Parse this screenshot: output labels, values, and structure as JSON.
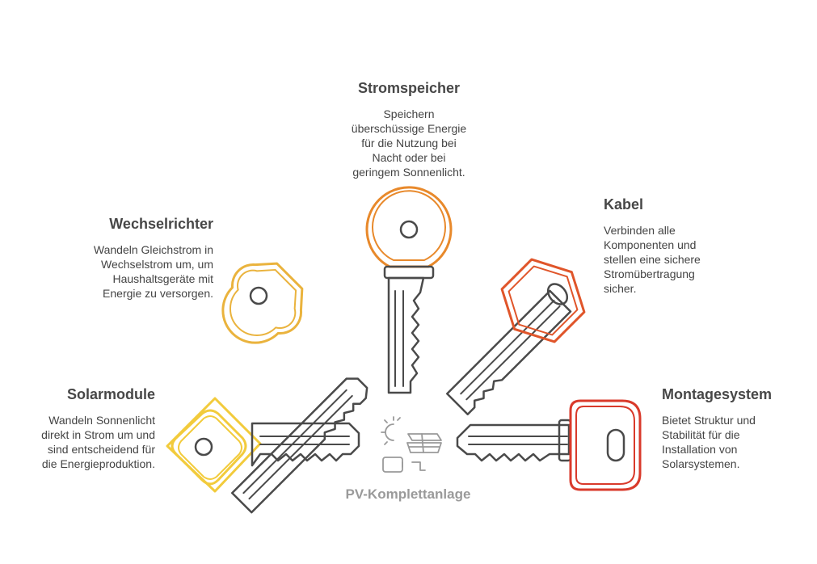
{
  "diagram": {
    "center_label": "PV-Komplettanlage",
    "colors": {
      "stromspeicher": "#e8892b",
      "wechselrichter": "#eab33d",
      "kabel": "#e0552a",
      "solarmodule": "#f2cb3c",
      "montagesystem": "#d93a2b",
      "shaft": "#4a4a4a",
      "icon": "#9a9a9a"
    },
    "components": [
      {
        "id": "stromspeicher",
        "title": "Stromspeicher",
        "description": [
          "Speichern",
          "überschüssige Energie",
          "für die Nutzung bei",
          "Nacht oder bei",
          "geringem Sonnenlicht."
        ]
      },
      {
        "id": "wechselrichter",
        "title": "Wechselrichter",
        "description": [
          "Wandeln Gleichstrom in",
          "Wechselstrom um, um",
          "Haushaltsgeräte mit",
          "Energie zu versorgen."
        ]
      },
      {
        "id": "kabel",
        "title": "Kabel",
        "description": [
          "Verbinden alle",
          "Komponenten und",
          "stellen eine sichere",
          "Stromübertragung",
          "sicher."
        ]
      },
      {
        "id": "solarmodule",
        "title": "Solarmodule",
        "description": [
          "Wandeln Sonnenlicht",
          "direkt in Strom um und",
          "sind entscheidend für",
          "die Energieproduktion."
        ]
      },
      {
        "id": "montagesystem",
        "title": "Montagesystem",
        "description": [
          "Bietet Struktur und",
          "Stabilität für die",
          "Installation von",
          "Solarsystemen."
        ]
      }
    ]
  }
}
